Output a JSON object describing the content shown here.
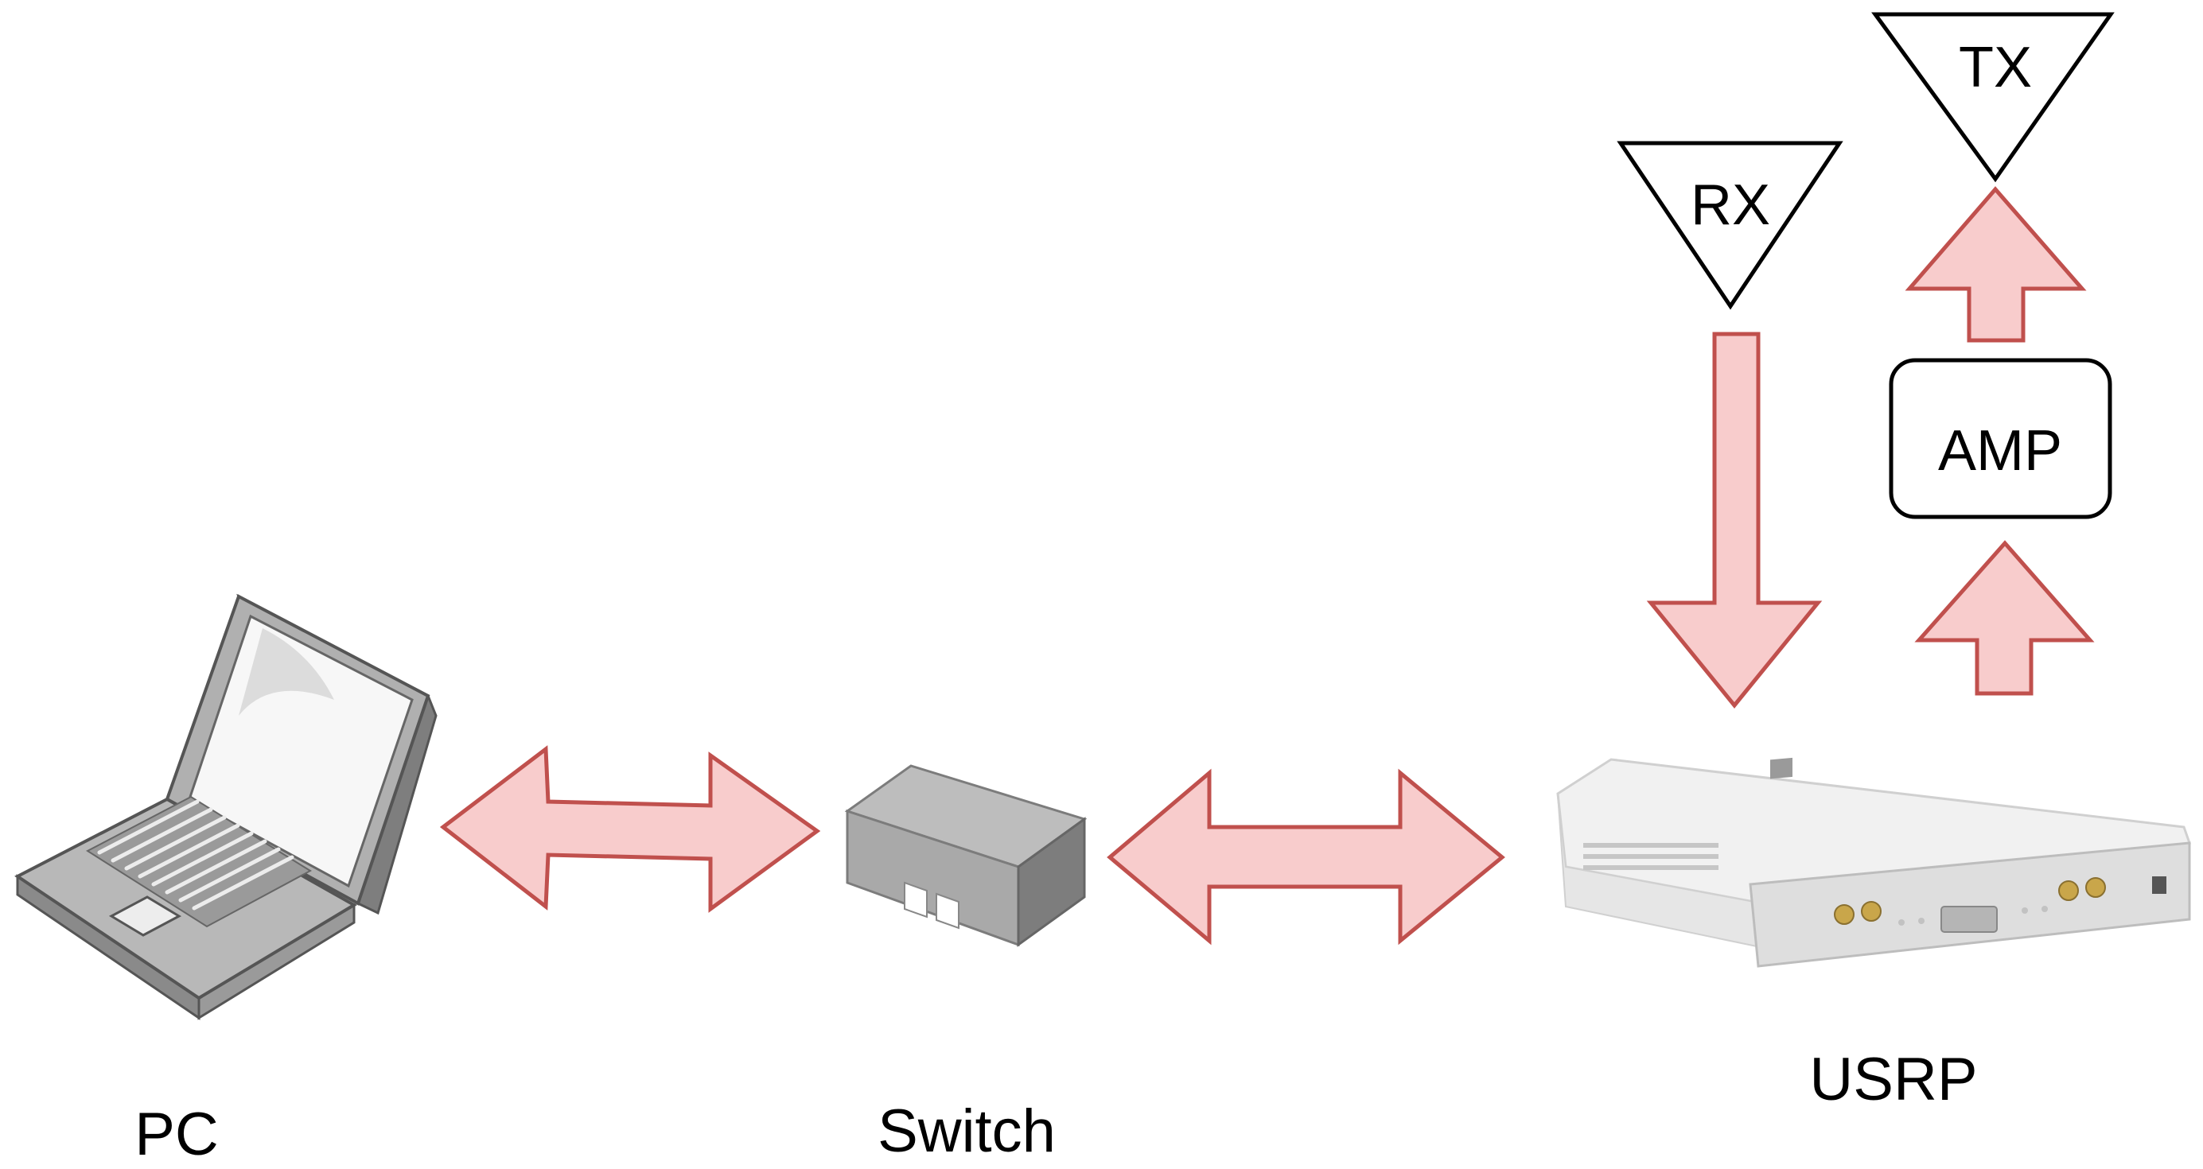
{
  "labels": {
    "pc": "PC",
    "switch": "Switch",
    "usrp": "USRP",
    "rx": "RX",
    "tx": "TX",
    "amp": "AMP"
  },
  "colors": {
    "arrow_fill": "#f8cccc",
    "arrow_stroke": "#c0504d",
    "device_gray": "#a8a8a8",
    "usrp_body": "#ececec"
  },
  "icons": {
    "pc": "laptop-icon",
    "switch": "network-switch-icon",
    "usrp": "usrp-device-icon",
    "rx": "rx-antenna-triangle",
    "tx": "tx-antenna-triangle"
  }
}
